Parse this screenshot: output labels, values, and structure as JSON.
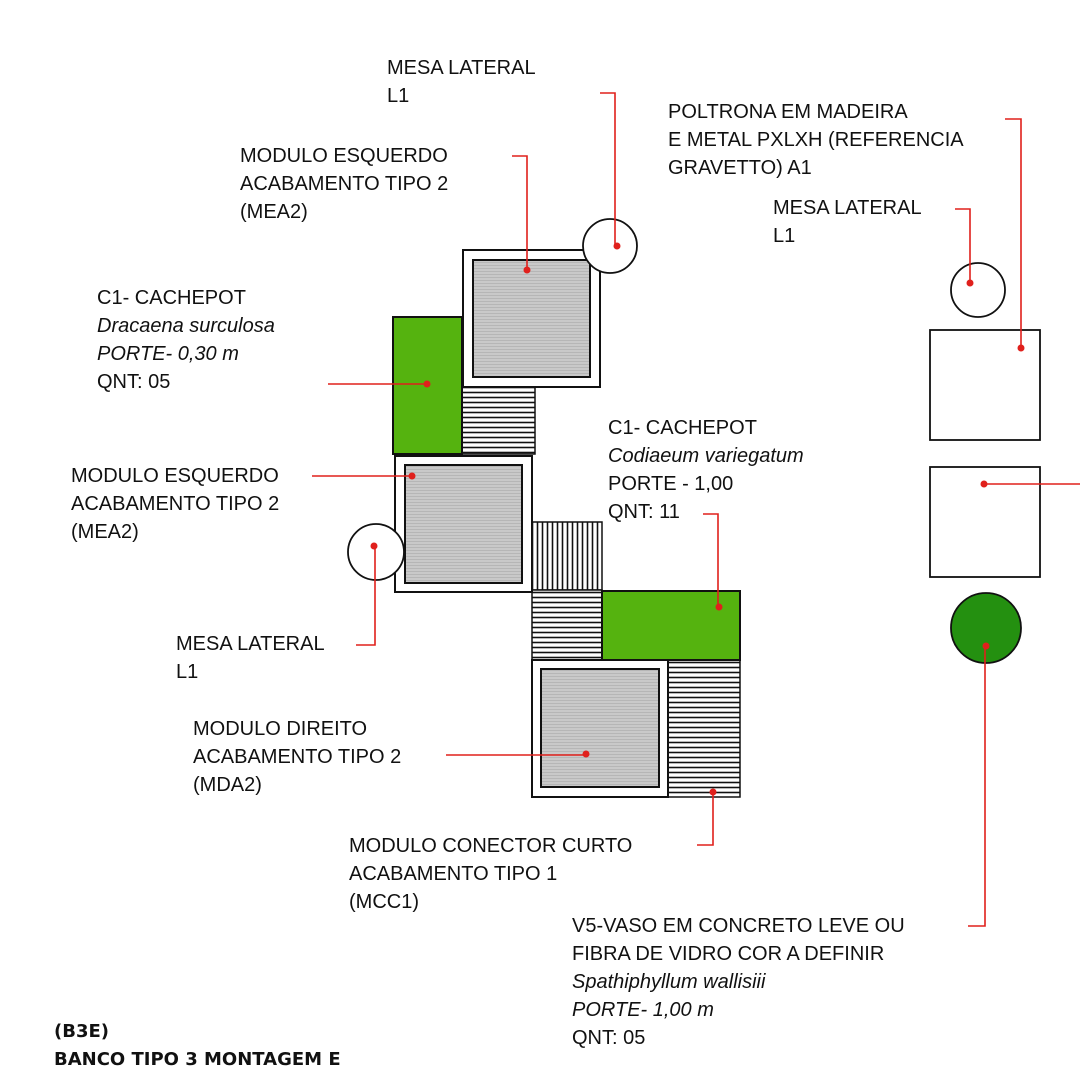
{
  "title": {
    "code": "(B3E)",
    "name": "BANCO TIPO 3 MONTAGEM E"
  },
  "colors": {
    "leader": "#e0201c",
    "plant_green": "#55b30f",
    "vase_green": "#249010",
    "module_fill": "#c6c6c6"
  },
  "labels": {
    "mesa_lateral_top": {
      "line1": "MESA LATERAL",
      "line2": "L1"
    },
    "modulo_esquerdo_top": {
      "line1": "MODULO ESQUERDO",
      "line2": "ACABAMENTO TIPO 2",
      "line3": "(MEA2)"
    },
    "poltrona": {
      "line1": "POLTRONA EM MADEIRA",
      "line2": "E METAL PXLXH (REFERENCIA",
      "line3": "GRAVETTO) A1"
    },
    "mesa_lateral_right": {
      "line1": "MESA LATERAL",
      "line2": "L1"
    },
    "cachepot_dracaena": {
      "line1": "C1- CACHEPOT",
      "species": "Dracaena surculosa",
      "porte": "PORTE- 0,30 m",
      "qnt": "QNT:  05"
    },
    "cachepot_codiaeum": {
      "line1": "C1- CACHEPOT",
      "species": "Codiaeum variegatum",
      "porte": "PORTE - 1,00",
      "qnt": "QNT: 11"
    },
    "modulo_esquerdo_mid": {
      "line1": "MODULO ESQUERDO",
      "line2": "ACABAMENTO TIPO 2",
      "line3": "(MEA2)"
    },
    "mesa_lateral_left": {
      "line1": "MESA LATERAL",
      "line2": "L1"
    },
    "modulo_direito": {
      "line1": "MODULO DIREITO",
      "line2": "ACABAMENTO TIPO 2",
      "line3": "(MDA2)"
    },
    "modulo_conector": {
      "line1": "MODULO  CONECTOR CURTO",
      "line2": "ACABAMENTO TIPO 1",
      "line3": "(MCC1)"
    },
    "vaso": {
      "line1": "V5-VASO EM CONCRETO LEVE OU",
      "line2": "FIBRA DE VIDRO COR A DEFINIR",
      "species": "Spathiphyllum wallisiii",
      "porte": "PORTE- 1,00 m",
      "qnt": "QNT:  05"
    }
  }
}
